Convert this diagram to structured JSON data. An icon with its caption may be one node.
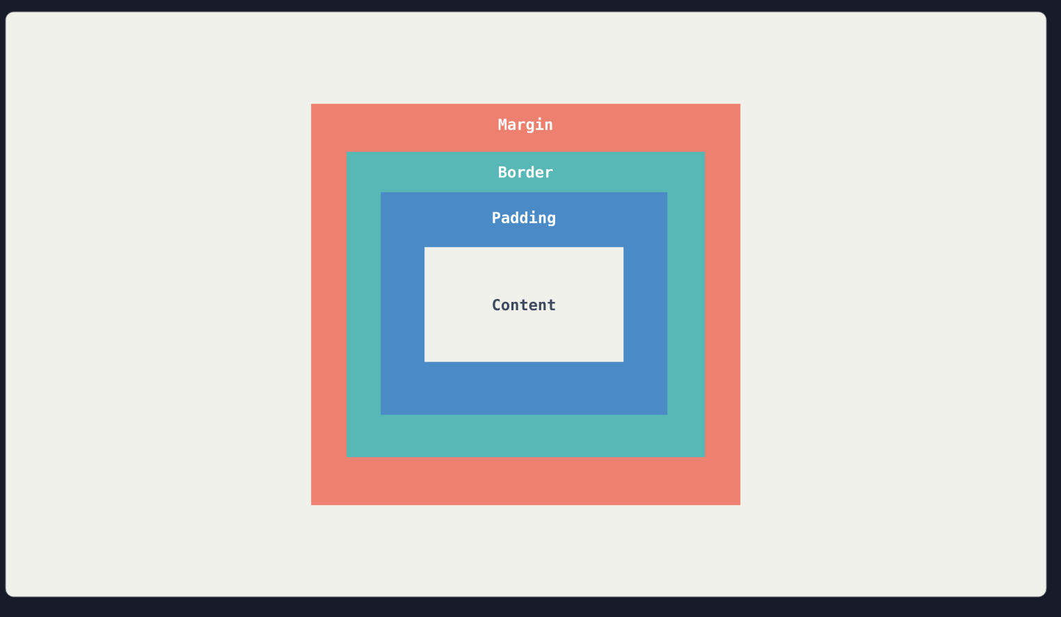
{
  "diagram": {
    "nodes": [
      {
        "text": [
          "Margin"
        ]
      },
      {
        "text": [
          "Border"
        ],
        "in": 0
      },
      {
        "text": [
          "Padding"
        ],
        "in": 1
      },
      {
        "text": [
          "Content"
        ],
        "in": 2
      }
    ]
  }
}
